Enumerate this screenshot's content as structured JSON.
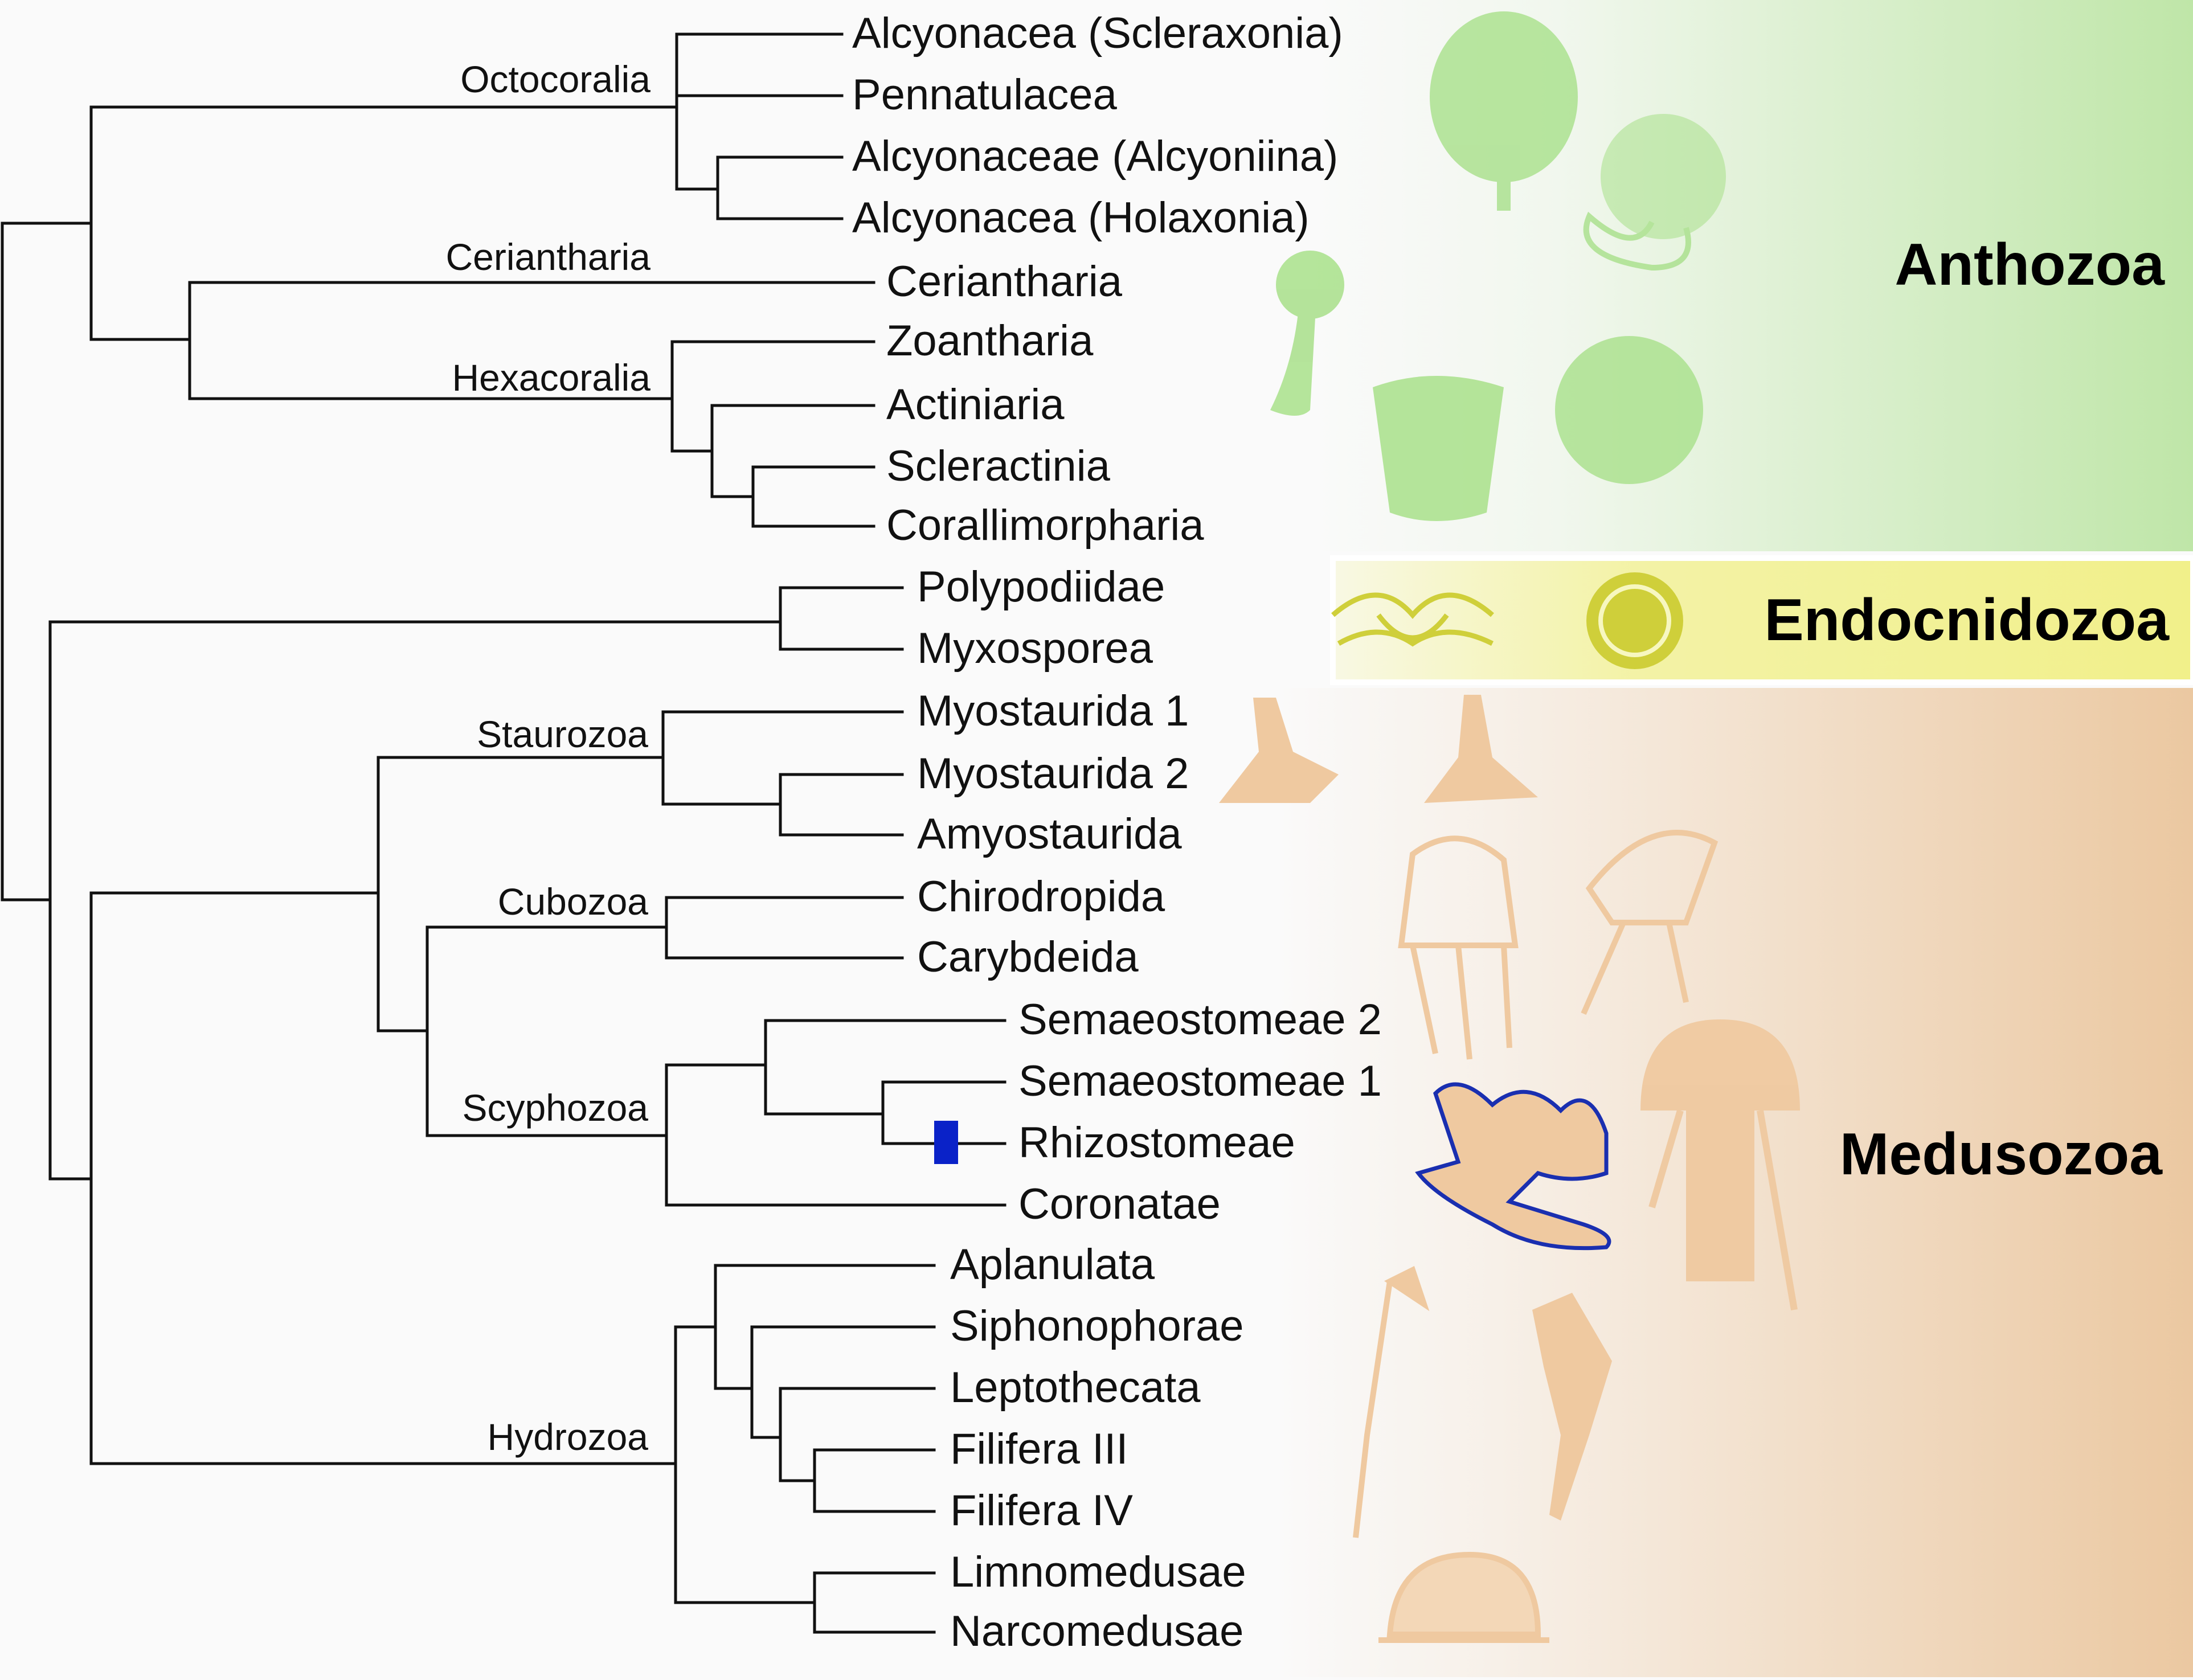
{
  "groups": {
    "anthozoa": {
      "label": "Anthozoa",
      "color": "#bfe6a8"
    },
    "endocnidozoa": {
      "label": "Endocnidozoa",
      "color": "#f1f08a"
    },
    "medusozoa": {
      "label": "Medusozoa",
      "color": "#ebc8a1"
    }
  },
  "clades": {
    "octocoralia": "Octocoralia",
    "ceriantharia": "Ceriantharia",
    "hexacoralia": "Hexacoralia",
    "staurozoa": "Staurozoa",
    "cubozoa": "Cubozoa",
    "scyphozoa": "Scyphozoa",
    "hydrozoa": "Hydrozoa"
  },
  "taxa": [
    "Alcyonacea (Scleraxonia)",
    "Pennatulacea",
    "Alcyonaceae (Alcyoniina)",
    "Alcyonacea (Holaxonia)",
    "Ceriantharia",
    "Zoantharia",
    "Actiniaria",
    "Scleractinia",
    "Corallimorpharia",
    "Polypodiidae",
    "Myxosporea",
    "Myostaurida 1",
    "Myostaurida 2",
    "Amyostaurida",
    "Chirodropida",
    "Carybdeida",
    "Semaeostomeae 2",
    "Semaeostomeae 1",
    "Rhizostomeae",
    "Coronatae",
    "Aplanulata",
    "Siphonophorae",
    "Leptothecata",
    "Filifera III",
    "Filifera IV",
    "Limnomedusae",
    "Narcomedusae"
  ],
  "marker": {
    "taxon": "Rhizostomeae",
    "color": "#0a22c8"
  },
  "silhouette_colors": {
    "anthozoa": "#a8e08a",
    "endocnidozoa": "#cfcf3a",
    "medusozoa": "#efc9a0",
    "highlight_outline": "#1a2fb0"
  },
  "icons": [
    "sea-pen-icon",
    "soft-coral-icon",
    "tube-anemone-icon",
    "anemone-icon",
    "brain-coral-icon",
    "polypodium-icon",
    "myxospore-icon",
    "stalked-jellyfish-icon",
    "box-jellyfish-icon",
    "rhizostome-jellyfish-icon",
    "jellyfish-icon",
    "hydroid-icon",
    "siphonophore-icon",
    "medusa-icon"
  ]
}
